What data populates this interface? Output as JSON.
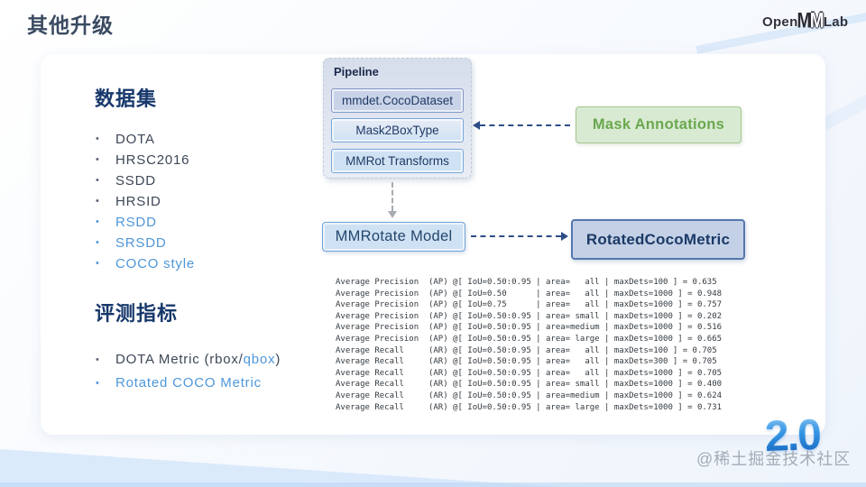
{
  "slide": {
    "title": "其他升级"
  },
  "logo": {
    "open": "Open",
    "m1": "M",
    "m2": "M",
    "lab": "Lab"
  },
  "datasets": {
    "heading": "数据集",
    "items": [
      {
        "label": "DOTA"
      },
      {
        "label": "HRSC2016"
      },
      {
        "label": "SSDD"
      },
      {
        "label": "HRSID"
      },
      {
        "label": "RSDD"
      },
      {
        "label": "SRSDD"
      },
      {
        "label": "COCO style"
      }
    ]
  },
  "metrics": {
    "heading": "评测指标",
    "items": [
      {
        "prefix": "DOTA Metric (rbox/",
        "highlight": "qbox",
        "suffix": ")"
      },
      {
        "label": "Rotated COCO Metric"
      }
    ]
  },
  "diagram": {
    "pipeline": {
      "title": "Pipeline",
      "steps": [
        "mmdet.CocoDataset",
        "Mask2BoxType",
        "MMRot Transforms"
      ]
    },
    "mask_annotations": "Mask Annotations",
    "model": "MMRotate Model",
    "metric": "RotatedCocoMetric"
  },
  "console": {
    "lines": [
      "Average Precision  (AP) @[ IoU=0.50:0.95 | area=   all | maxDets=100 ] = 0.635",
      "Average Precision  (AP) @[ IoU=0.50      | area=   all | maxDets=1000 ] = 0.948",
      "Average Precision  (AP) @[ IoU=0.75      | area=   all | maxDets=1000 ] = 0.757",
      "Average Precision  (AP) @[ IoU=0.50:0.95 | area= small | maxDets=1000 ] = 0.202",
      "Average Precision  (AP) @[ IoU=0.50:0.95 | area=medium | maxDets=1000 ] = 0.516",
      "Average Precision  (AP) @[ IoU=0.50:0.95 | area= large | maxDets=1000 ] = 0.665",
      "Average Recall     (AR) @[ IoU=0.50:0.95 | area=   all | maxDets=100 ] = 0.705",
      "Average Recall     (AR) @[ IoU=0.50:0.95 | area=   all | maxDets=300 ] = 0.705",
      "Average Recall     (AR) @[ IoU=0.50:0.95 | area=   all | maxDets=1000 ] = 0.705",
      "Average Recall     (AR) @[ IoU=0.50:0.95 | area= small | maxDets=1000 ] = 0.400",
      "Average Recall     (AR) @[ IoU=0.50:0.95 | area=medium | maxDets=1000 ] = 0.624",
      "Average Recall     (AR) @[ IoU=0.50:0.95 | area= large | maxDets=1000 ] = 0.731"
    ]
  },
  "footer": {
    "version": "2.0",
    "watermark": "@稀土掘金技术社区"
  },
  "colors": {
    "accent_blue": "#4e97d9",
    "heading_blue": "#17386b",
    "green_node": "#6aa84f",
    "node_fill_blue": "#cfe2f3",
    "metric_fill": "#c3d0e6",
    "arrow_navy": "#2d4d86"
  }
}
